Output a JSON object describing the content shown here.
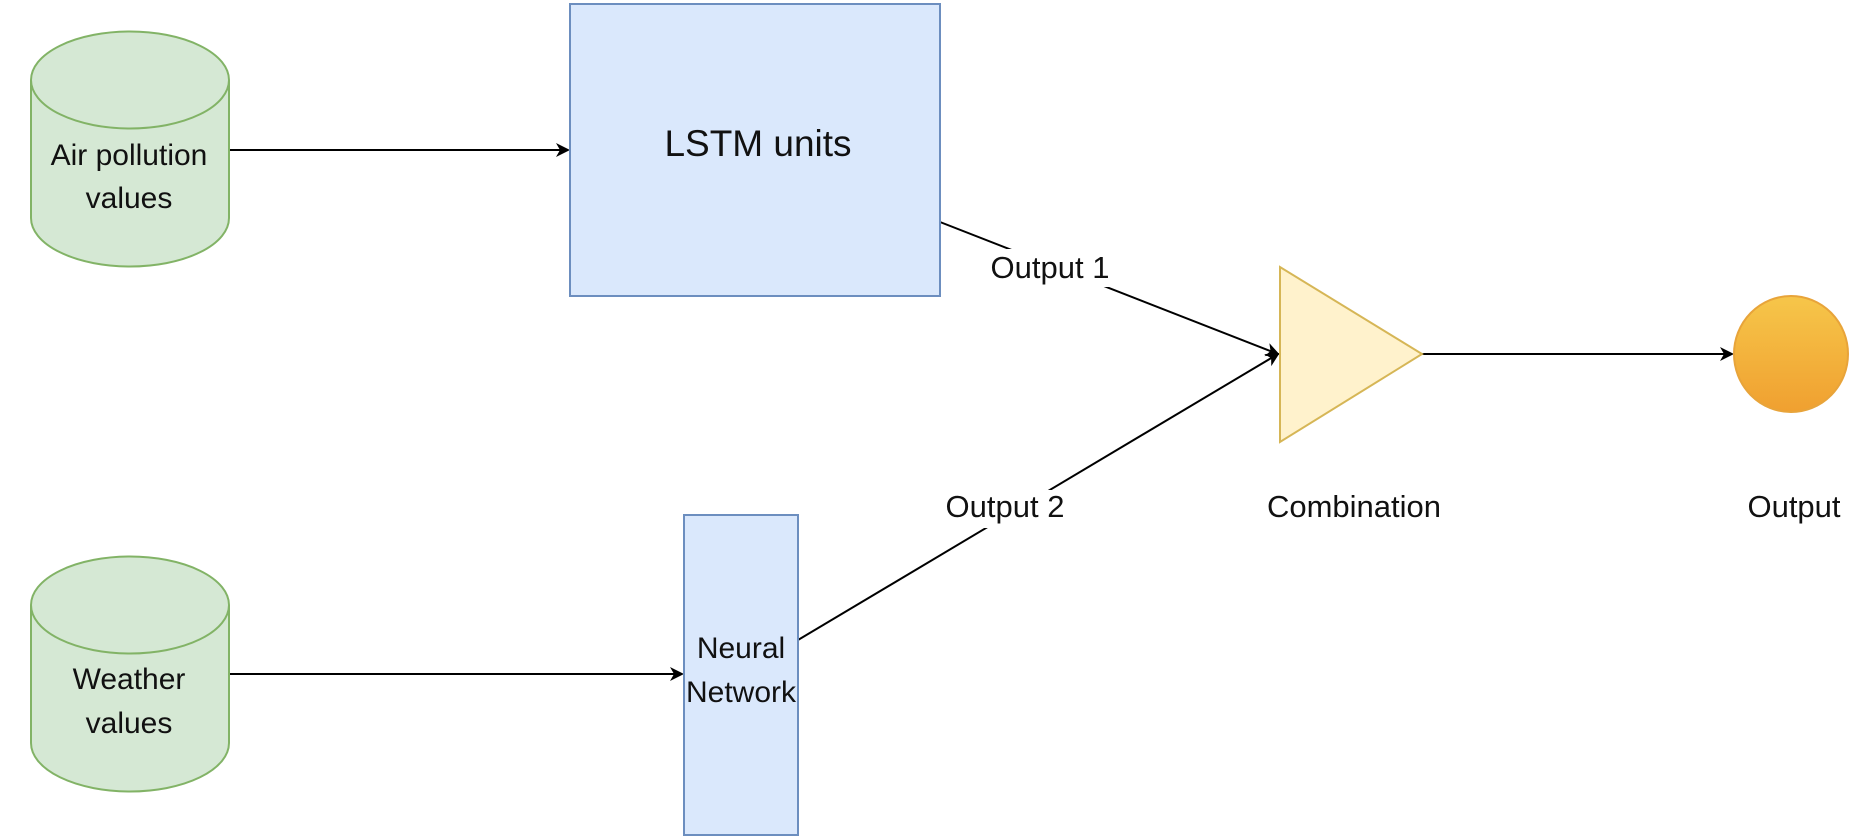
{
  "nodes": {
    "air_pollution": {
      "line1": "Air pollution",
      "line2": "values",
      "fill": "#d5e8d4",
      "stroke": "#82b366"
    },
    "weather": {
      "line1": "Weather",
      "line2": "values",
      "fill": "#d5e8d4",
      "stroke": "#82b366"
    },
    "lstm": {
      "label": "LSTM units",
      "fill": "#dae8fc",
      "stroke": "#6c8ebf"
    },
    "neural_network": {
      "line1": "Neural",
      "line2": "Network",
      "fill": "#dae8fc",
      "stroke": "#6c8ebf"
    },
    "combination": {
      "label": "Combination",
      "fill": "#fff2cc",
      "stroke": "#d6b656"
    },
    "output": {
      "label": "Output",
      "fill_top": "#f6c64a",
      "fill_bottom": "#f0a030",
      "stroke": "#e8a43a"
    }
  },
  "edges": {
    "lstm_to_combination": {
      "label": "Output 1"
    },
    "nn_to_combination": {
      "label": "Output 2"
    }
  },
  "colors": {
    "line": "#000000",
    "text": "#111111"
  }
}
